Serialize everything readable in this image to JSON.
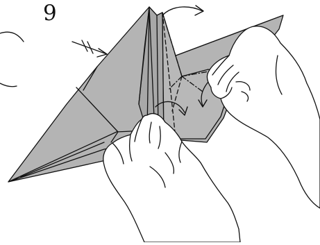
{
  "step": {
    "number": "9"
  },
  "colors": {
    "paper": "#b4b4b4",
    "paper_dark": "#a6a6a6",
    "line": "#111111",
    "hand": "#ffffff",
    "background": "#ffffff"
  },
  "diagram": {
    "subject": "origami-folding-step",
    "symbols": [
      "arrow-fold-over",
      "arrow-push-in",
      "arrow-rotate",
      "valley-fold-line",
      "mountain-fold-line"
    ]
  }
}
